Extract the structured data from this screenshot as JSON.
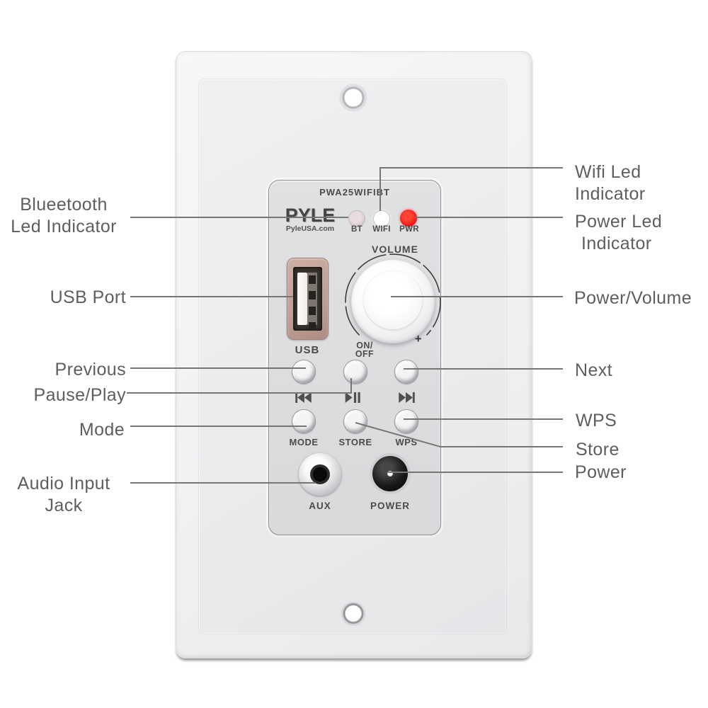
{
  "device": {
    "model": "PWA25WIFIBT",
    "brand": "PYLE",
    "website": "PyleUSA.com",
    "led_indicators": [
      {
        "id": "bt",
        "label": "BT",
        "color": "#d9c9cd"
      },
      {
        "id": "wifi",
        "label": "WIFI",
        "color": "#ffffff"
      },
      {
        "id": "pwr",
        "label": "PWR",
        "color": "#ee1313"
      }
    ],
    "volume": {
      "label": "VOLUME",
      "on_line": "ON/",
      "off_line": "OFF",
      "plus": "+"
    },
    "usb_label": "USB",
    "transport_icons": [
      {
        "name": "previous-track-icon"
      },
      {
        "name": "play-pause-icon"
      },
      {
        "name": "next-track-icon"
      }
    ],
    "function_labels": [
      "MODE",
      "STORE",
      "WPS"
    ],
    "jack_labels": [
      "AUX",
      "POWER"
    ]
  },
  "callouts": {
    "left": [
      {
        "id": "bluetooth-led-indicator",
        "lines": [
          "Blueetooth",
          "Led Indicator"
        ]
      },
      {
        "id": "usb-port",
        "lines": [
          "USB Port"
        ]
      },
      {
        "id": "previous",
        "lines": [
          "Previous"
        ]
      },
      {
        "id": "pause-play",
        "lines": [
          "Pause/Play"
        ]
      },
      {
        "id": "mode",
        "lines": [
          "Mode"
        ]
      },
      {
        "id": "audio-input-jack",
        "lines": [
          "Audio Input",
          "Jack"
        ]
      }
    ],
    "right": [
      {
        "id": "wifi-led-indicator",
        "lines": [
          "Wifi Led",
          "Indicator"
        ]
      },
      {
        "id": "power-led-indicator",
        "lines": [
          "Power Led",
          "Indicator"
        ]
      },
      {
        "id": "power-volume",
        "lines": [
          "Power/Volume"
        ]
      },
      {
        "id": "next",
        "lines": [
          "Next"
        ]
      },
      {
        "id": "wps",
        "lines": [
          "WPS"
        ]
      },
      {
        "id": "store",
        "lines": [
          "Store"
        ]
      },
      {
        "id": "power",
        "lines": [
          "Power"
        ]
      }
    ]
  },
  "colors": {
    "power_led": "#ee1313",
    "bt_led": "#d9c9cd",
    "wifi_led": "#ffffff",
    "callout_line": "#767676",
    "callout_text": "#5e5e5e",
    "usb_frame": "#bf9f94",
    "plate": "#f0f0f2",
    "panel": "#dcddde"
  }
}
